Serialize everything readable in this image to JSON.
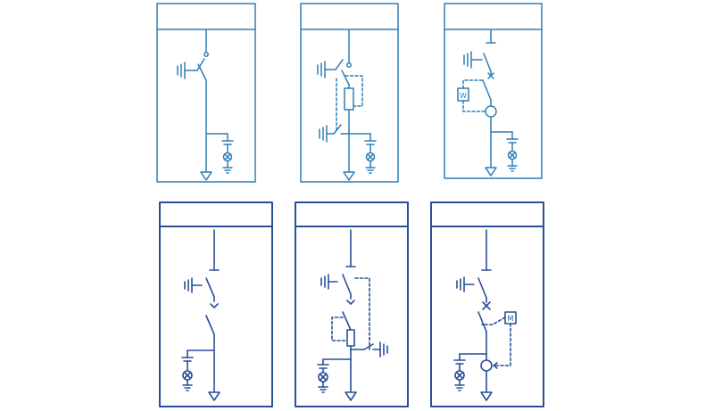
{
  "colors": {
    "background": "#ffffff",
    "top_row_stroke": "#2e7fb5",
    "bottom_row_stroke": "#284f98"
  },
  "panels": [
    {
      "row": "top",
      "column": 1,
      "symbols": [
        "busbar-tap",
        "earthing-switch",
        "load-break-switch",
        "voltage-indicator",
        "cable-outlet"
      ]
    },
    {
      "row": "top",
      "column": 2,
      "symbols": [
        "busbar-tap",
        "earthing-switch",
        "switch-fuse-combination",
        "lower-earthing-switch",
        "voltage-indicator",
        "cable-outlet"
      ]
    },
    {
      "row": "top",
      "column": 3,
      "symbols": [
        "busbar-tap",
        "earthing-switch",
        "circuit-breaker",
        "protection-relay-box",
        "current-transformer",
        "voltage-indicator",
        "cable-outlet"
      ]
    },
    {
      "row": "bottom",
      "column": 1,
      "symbols": [
        "busbar-tap",
        "earthing-switch",
        "disconnector",
        "voltage-indicator",
        "cable-outlet"
      ]
    },
    {
      "row": "bottom",
      "column": 2,
      "symbols": [
        "busbar-tap",
        "earthing-switch",
        "switch-fuse-combination",
        "lower-earthing-switch",
        "voltage-indicator",
        "cable-outlet"
      ]
    },
    {
      "row": "bottom",
      "column": 3,
      "symbols": [
        "busbar-tap",
        "earthing-switch",
        "circuit-breaker",
        "motor-operator-box",
        "current-transformer",
        "voltage-indicator",
        "cable-outlet"
      ]
    }
  ],
  "labels": {
    "relay_box_letter": "W",
    "motor_box_letter": "M"
  }
}
